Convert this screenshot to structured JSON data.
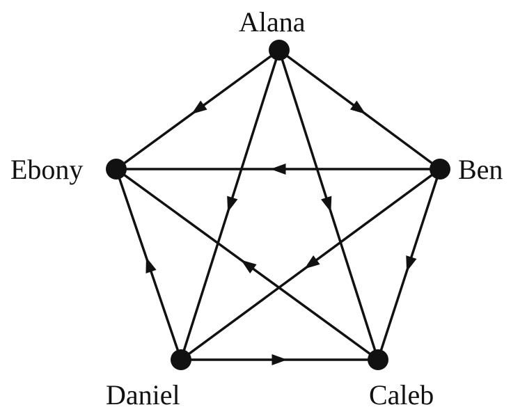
{
  "nodes": [
    {
      "id": "alana",
      "label": "Alana"
    },
    {
      "id": "ben",
      "label": "Ben"
    },
    {
      "id": "caleb",
      "label": "Caleb"
    },
    {
      "id": "daniel",
      "label": "Daniel"
    },
    {
      "id": "ebony",
      "label": "Ebony"
    }
  ],
  "edges": [
    {
      "from": "alana",
      "to": "ebony"
    },
    {
      "from": "alana",
      "to": "ben"
    },
    {
      "from": "ben",
      "to": "ebony"
    },
    {
      "from": "alana",
      "to": "daniel"
    },
    {
      "from": "alana",
      "to": "caleb"
    },
    {
      "from": "ben",
      "to": "caleb"
    },
    {
      "from": "ben",
      "to": "daniel"
    },
    {
      "from": "caleb",
      "to": "ebony"
    },
    {
      "from": "daniel",
      "to": "ebony"
    },
    {
      "from": "daniel",
      "to": "caleb"
    }
  ],
  "colors": {
    "ink": "#111111"
  }
}
